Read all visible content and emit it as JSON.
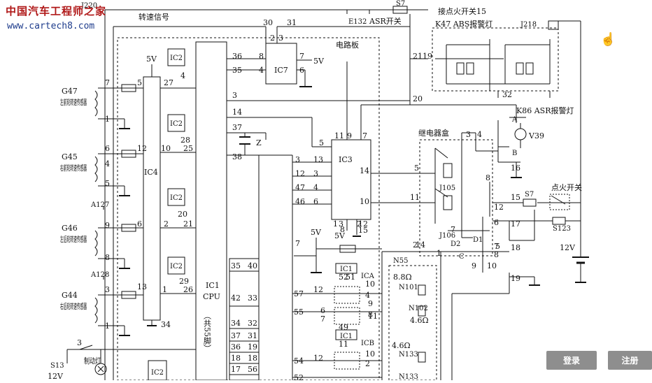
{
  "watermark": {
    "site_cn": "中国汽车工程师之家",
    "url": "www.cartech8.com"
  },
  "buttons": {
    "login": "登录",
    "register": "注册"
  },
  "labels": {
    "j220": "J220",
    "speed_signal": "转速信号",
    "e132": "E132",
    "asr_switch": "ASR开关",
    "s7_top": "S7",
    "ign15": "接点火开关15",
    "k47": "K47 ABS报警灯",
    "j218": "J218",
    "circuit_board": "电路板",
    "k86": "K86 ASR报警灯",
    "relay_box": "继电器盒",
    "v39": "V39",
    "ign_switch": "点火开关",
    "s7": "S7",
    "s123": "S123",
    "v12": "12V",
    "v12b": "12V",
    "v5a": "5V",
    "v5b": "5V",
    "v5c": "5V",
    "v5d": "5V",
    "ic1": "IC1",
    "cpu": "CPU",
    "pins": "（共55脚）",
    "ic2a": "IC2",
    "ic2b": "IC2",
    "ic2c": "IC2",
    "ic2d": "IC2",
    "ic2e": "IC2",
    "ic3": "IC3",
    "ic4": "IC4",
    "ic7": "IC7",
    "z": "Z",
    "g47": "G47",
    "g47d": "左前轮转速传感器",
    "g45": "G45",
    "g45d": "右前轮转速传感器",
    "g46": "G46",
    "g46d": "左后轮转速传感器",
    "g44": "G44",
    "g44d": "右后轮转速传感器",
    "a127": "A127",
    "a128": "A128",
    "s13": "S13",
    "brake": "制动灯",
    "j105": "J105",
    "j106": "J106",
    "d1": "D1",
    "d2": "D2",
    "c": "C",
    "a": "A",
    "b": "B",
    "n55": "N55",
    "r88": "8.8Ω",
    "r46a": "4.6Ω",
    "r46b": "4.6Ω",
    "n101": "N101",
    "n102": "N102",
    "n133": "N133",
    "n133b": "N133",
    "ic1a": "IC1",
    "ic1b": "IC1",
    "ica": "ICA",
    "icb": "ICB"
  },
  "pin_numbers": [
    "30",
    "31",
    "2",
    "3",
    "36",
    "35",
    "8",
    "4",
    "7",
    "6",
    "3",
    "14",
    "37",
    "38",
    "21",
    "19",
    "20",
    "32",
    "11",
    "9",
    "7",
    "5",
    "3",
    "13",
    "12",
    "3",
    "47",
    "4",
    "46",
    "6",
    "14",
    "10",
    "1",
    "3",
    "2",
    "8",
    "12",
    "15",
    "4",
    "3",
    "5",
    "11",
    "8",
    "6",
    "7",
    "16",
    "15",
    "12",
    "17",
    "18",
    "10",
    "9",
    "1",
    "7",
    "2",
    "19",
    "5",
    "27",
    "4",
    "28",
    "25",
    "10",
    "20",
    "21",
    "2",
    "29",
    "26",
    "1",
    "7",
    "1",
    "6",
    "5",
    "12",
    "4",
    "9",
    "6",
    "8",
    "3",
    "13",
    "1",
    "34",
    "35",
    "40",
    "42",
    "33",
    "34",
    "32",
    "37",
    "31",
    "36",
    "19",
    "18",
    "18",
    "17",
    "56",
    "57",
    "55",
    "54",
    "52",
    "52",
    "51",
    "49",
    "11",
    "12",
    "10",
    "4",
    "9",
    "6",
    "8",
    "7",
    "11",
    "12",
    "10",
    "2",
    "14",
    "3",
    "7",
    "8",
    "5"
  ]
}
